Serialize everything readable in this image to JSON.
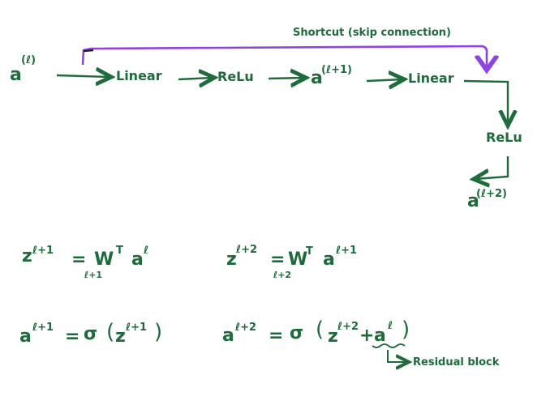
{
  "colors": {
    "ink": "#1f6b3c",
    "shortcut": "#8e44e0",
    "background": "#ffffff"
  },
  "diagram": {
    "input_symbol": "a",
    "input_sup": "(ℓ)",
    "nodes": {
      "linear1": "Linear",
      "relu1": "ReLu",
      "mid_symbol": "a",
      "mid_sup": "(ℓ+1)",
      "linear2": "Linear",
      "relu2": "ReLu",
      "output_symbol": "a",
      "output_sup": "(ℓ+2)"
    },
    "shortcut_label": "Shortcut (skip connection)"
  },
  "equations": {
    "eq1": {
      "lhs": "z",
      "lhs_sup": "ℓ+1",
      "eq": "=",
      "w": "W",
      "w_sup": "T",
      "w_sub": "ℓ+1",
      "a": "a",
      "a_sup": "ℓ"
    },
    "eq2": {
      "lhs": "z",
      "lhs_sup": "ℓ+2",
      "eq": "=",
      "w": "W",
      "w_sup": "T",
      "w_sub": "ℓ+2",
      "a": "a",
      "a_sup": "ℓ+1"
    },
    "eq3": {
      "lhs": "a",
      "lhs_sup": "ℓ+1",
      "eq": "=",
      "sigma": "σ",
      "open": "(",
      "z": "z",
      "z_sup": "ℓ+1",
      "close": ")"
    },
    "eq4": {
      "lhs": "a",
      "lhs_sup": "ℓ+2",
      "eq": "=",
      "sigma": "σ",
      "open": "(",
      "z": "z",
      "z_sup": "ℓ+2",
      "plus": "+",
      "a": "a",
      "a_sup": "ℓ",
      "close": ")"
    },
    "residual_label": "Residual block"
  }
}
